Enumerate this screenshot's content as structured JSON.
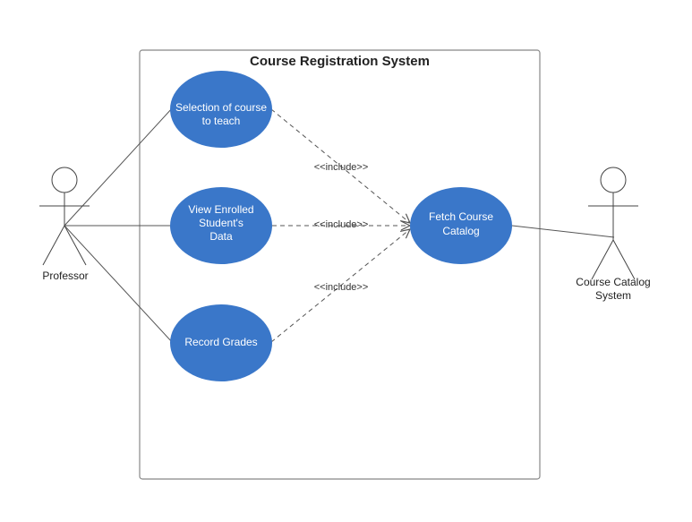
{
  "diagram": {
    "system_title": "Course Registration System",
    "colors": {
      "use_case_fill": "#3a77c9",
      "use_case_text": "#ffffff",
      "line": "#555555",
      "boundary": "#888888"
    },
    "actors": {
      "professor": "Professor",
      "catalog_line1": "Course Catalog",
      "catalog_line2": "System"
    },
    "use_cases": {
      "selection_line1": "Selection of course",
      "selection_line2": "to teach",
      "view_line1": "View Enrolled",
      "view_line2": "Student's",
      "view_line3": "Data",
      "record": "Record Grades",
      "fetch_line1": "Fetch Course",
      "fetch_line2": "Catalog"
    },
    "relations": {
      "include_1": "<<include>>",
      "include_2": "<<include>>",
      "include_3": "<<include>>"
    }
  }
}
